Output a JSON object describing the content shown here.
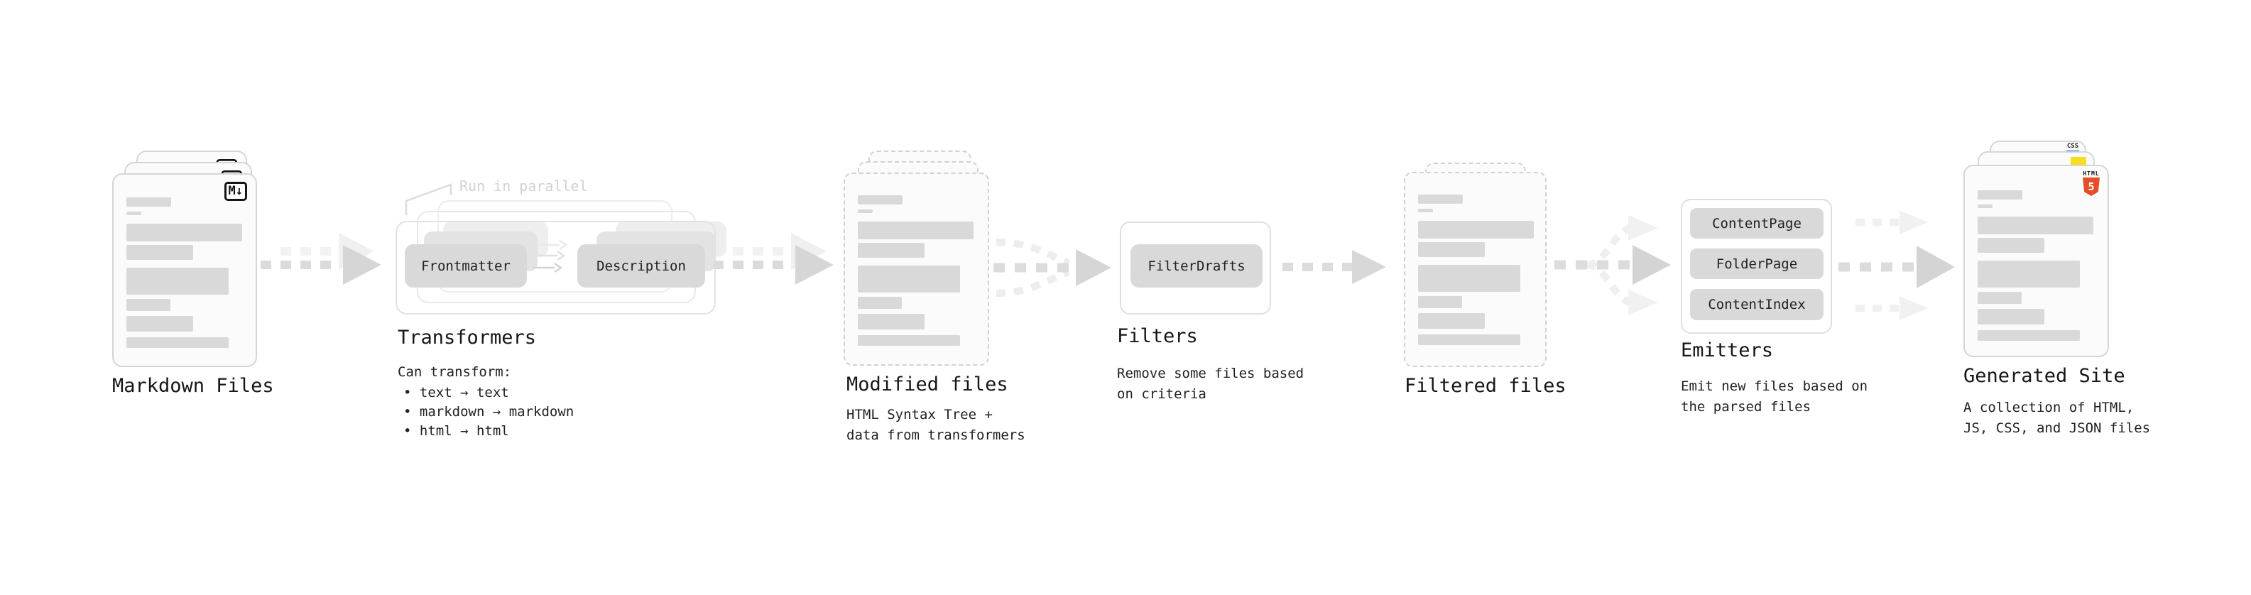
{
  "pipeline": {
    "markdown": {
      "label": "Markdown Files",
      "badge": "M↓"
    },
    "transformers": {
      "title": "Transformers",
      "annotation": "Run in parallel",
      "source_button": "Frontmatter",
      "target_button": "Description",
      "caption": "Can transform:",
      "bullets": [
        "• text → text",
        "• markdown → markdown",
        "• html → html"
      ]
    },
    "modified": {
      "label": "Modified files",
      "desc": [
        "HTML Syntax Tree +",
        "data from transformers"
      ]
    },
    "filters": {
      "title": "Filters",
      "button": "FilterDrafts",
      "desc": [
        "Remove some files based",
        "on criteria"
      ]
    },
    "filtered": {
      "label": "Filtered files"
    },
    "emitters": {
      "title": "Emitters",
      "buttons": [
        "ContentPage",
        "FolderPage",
        "ContentIndex"
      ],
      "desc": [
        "Emit new files based on",
        "the parsed files"
      ]
    },
    "generated": {
      "label": "Generated Site",
      "desc": [
        "A collection of HTML,",
        "JS, CSS, and JSON files"
      ],
      "css_badge": "CSS",
      "html_badge_top": "HTML",
      "html_badge_number": "5"
    }
  },
  "colors": {
    "html5_orange": "#e44d26",
    "js_yellow": "#f7df1e",
    "css_blue": "#2563eb",
    "skeleton_gray": "#d9d9d9",
    "arrow_gray": "#dcdcdc"
  }
}
